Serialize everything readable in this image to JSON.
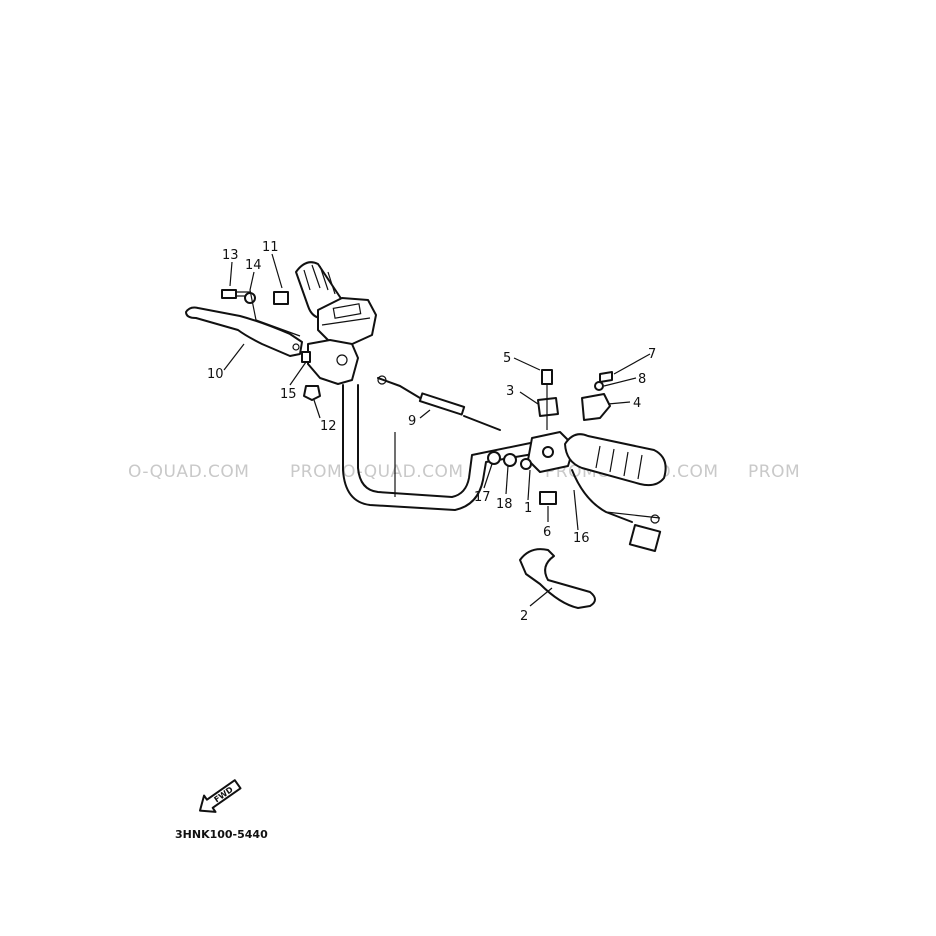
{
  "diagram": {
    "part_code": "3HNK100-5440",
    "fwd_label": "FWD",
    "watermarks": [
      "O-QUAD.COM",
      "PROMO-QUAD.COM",
      "PROMO-QUAD.COM",
      "PROM"
    ],
    "callouts": [
      "1",
      "2",
      "3",
      "4",
      "5",
      "6",
      "7",
      "8",
      "9",
      "10",
      "11",
      "12",
      "13",
      "14",
      "15",
      "16",
      "17",
      "18"
    ],
    "colors": {
      "ink": "#111111",
      "watermark": "#c9c9c9",
      "background": "#ffffff"
    }
  }
}
